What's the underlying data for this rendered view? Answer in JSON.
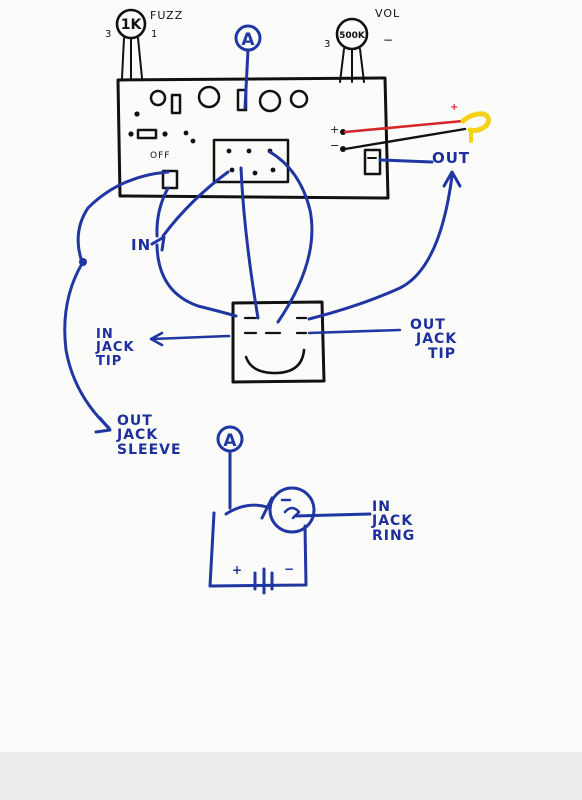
{
  "labels": {
    "pot1_value": "1K",
    "pot1_name": "FUZZ",
    "pot1_pin3": "3",
    "pot1_pin1": "1",
    "pot2_value": "500K",
    "pot2_name": "VOL",
    "pot2_pin3": "3",
    "pot2_minus": "−",
    "node_a_top": "A",
    "node_a_bottom": "A",
    "board_off": "OFF",
    "board_plus": "+",
    "board_minus": "−",
    "led_plus": "+",
    "out_board": "OUT",
    "in_board": "IN",
    "in_jack_tip": [
      "IN",
      "JACK",
      "TIP"
    ],
    "out_jack_tip": [
      "OUT",
      "JACK",
      "TIP"
    ],
    "out_jack_sleeve": [
      "OUT",
      "JACK",
      "SLEEVE"
    ],
    "in_jack_ring": [
      "IN",
      "JACK",
      "RING"
    ],
    "battery_plus": "+",
    "battery_minus": "−"
  },
  "colors": {
    "ink_black": "#111111",
    "ink_blue": "#1f36a3",
    "wire_red": "#d7262b",
    "led_yellow": "#f5d21a"
  }
}
